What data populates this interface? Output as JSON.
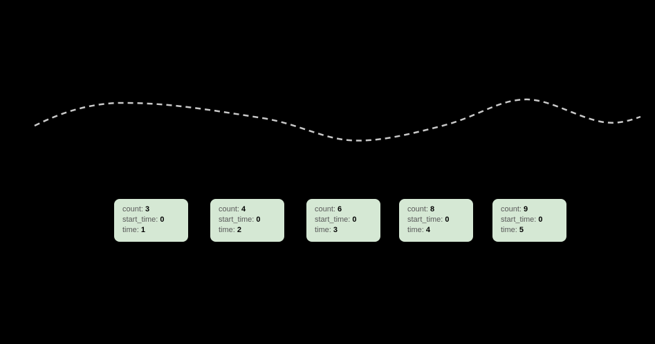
{
  "colors": {
    "background": "#000000",
    "card_fill": "#d5e8d4",
    "curve_stroke": "#c9c9c9",
    "label_text": "#595959",
    "value_text": "#000000"
  },
  "labels": {
    "count": "count:",
    "start_time": "start_time:",
    "time": "time:"
  },
  "cards": [
    {
      "count": "3",
      "start_time": "0",
      "time": "1"
    },
    {
      "count": "4",
      "start_time": "0",
      "time": "2"
    },
    {
      "count": "6",
      "start_time": "0",
      "time": "3"
    },
    {
      "count": "8",
      "start_time": "0",
      "time": "4"
    },
    {
      "count": "9",
      "start_time": "0",
      "time": "5"
    }
  ]
}
